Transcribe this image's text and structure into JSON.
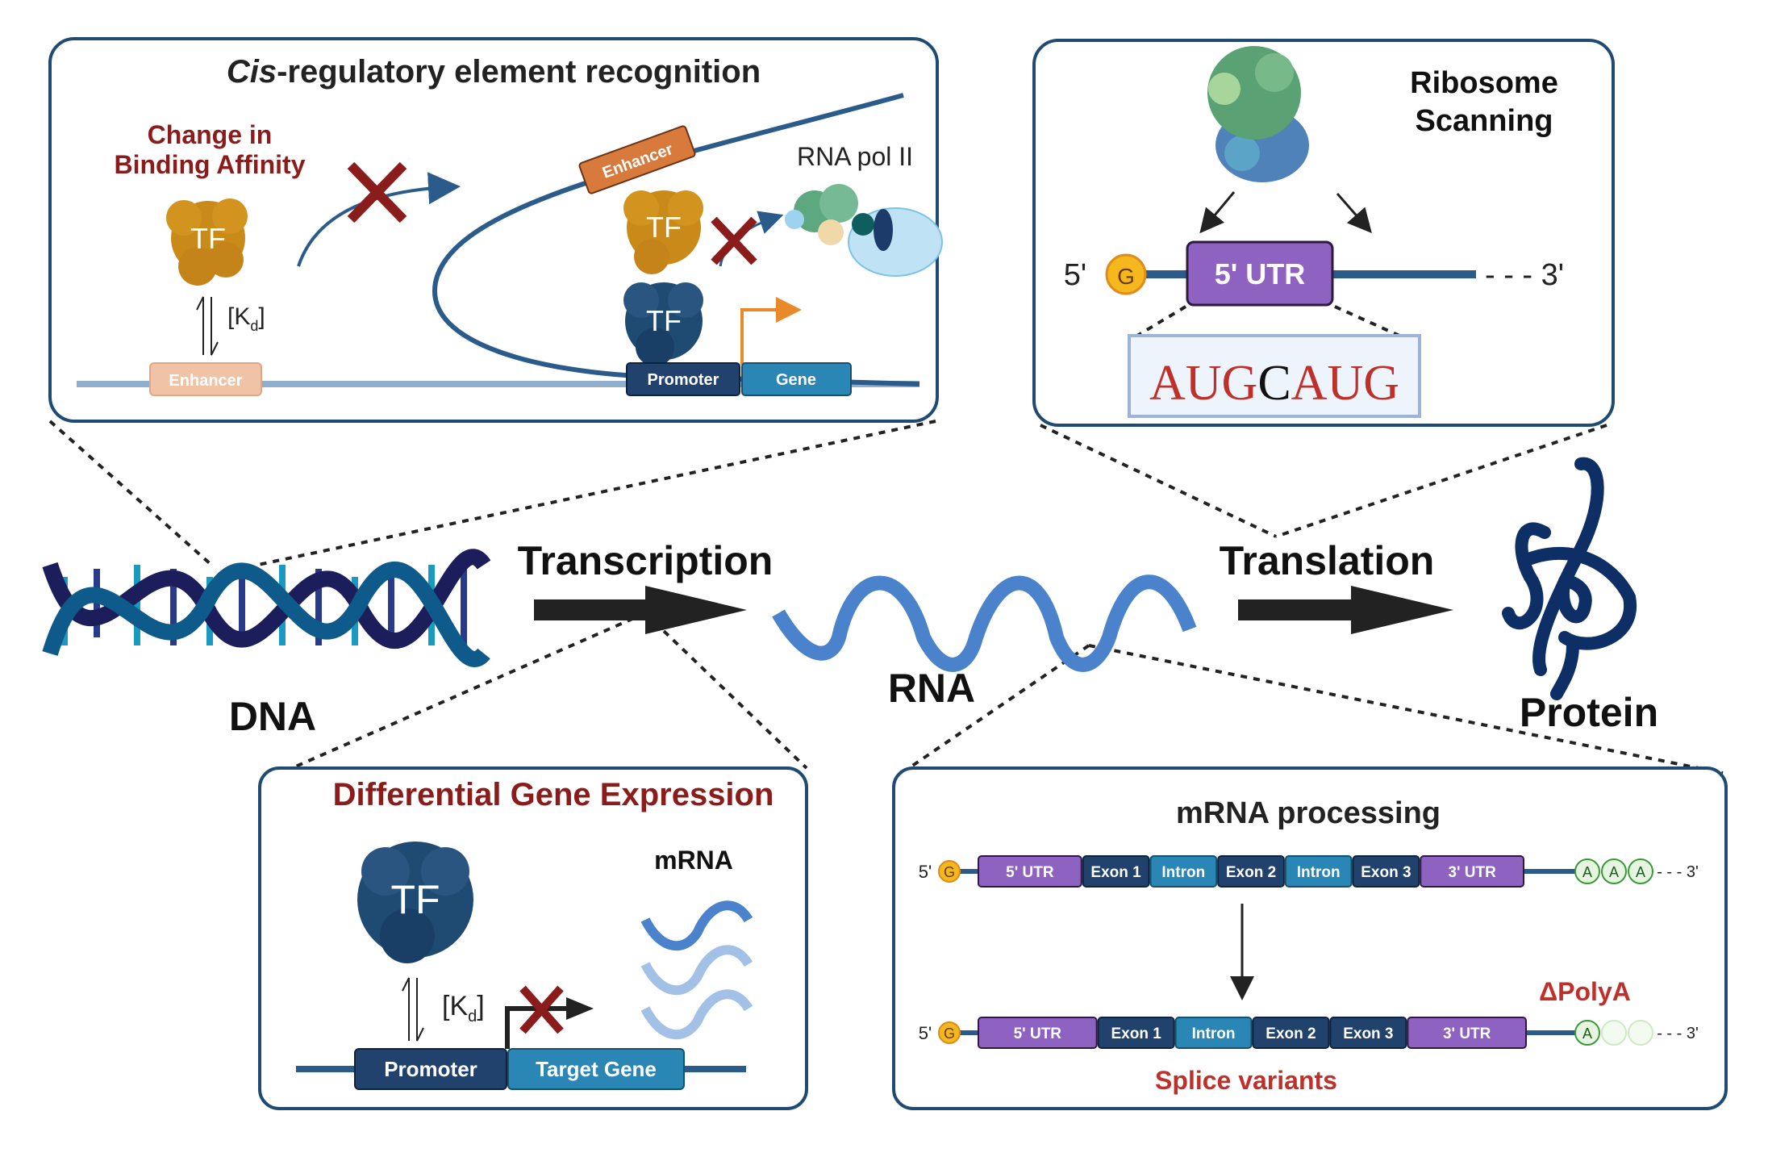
{
  "colors": {
    "panel_border": "#1f4a72",
    "accent_red": "#8b1c1c",
    "red_text": "#c0302a",
    "tf_orange": "#c98a1a",
    "tf_navy": "#1f4a72",
    "promoter": "#22426e",
    "gene": "#2a86b4",
    "utr_purple": "#8e62c0",
    "cap_yellow": "#f5b81c",
    "rna_blue": "#4a82cc",
    "protein_navy": "#0e2f66",
    "dna_dark": "#1c1e5c",
    "dna_teal": "#0e5a8a",
    "dna_light": "#1a9ac0"
  },
  "central": {
    "dna_label": "DNA",
    "rna_label": "RNA",
    "protein_label": "Protein",
    "transcription_label": "Transcription",
    "translation_label": "Translation",
    "icons": [
      "dna-helix-icon",
      "rna-strand-icon",
      "protein-fold-icon"
    ]
  },
  "panel_cis": {
    "title_italic": "Cis",
    "title_rest": "-regulatory element recognition",
    "change_line1": "Change in",
    "change_line2": "Binding Affinity",
    "tf_label": "TF",
    "kd_label": "[K",
    "kd_sub": "d",
    "kd_close": "]",
    "enhancer_label": "Enhancer",
    "rna_pol_label": "RNA pol II",
    "promoter_label": "Promoter",
    "gene_label": "Gene"
  },
  "panel_ribosome": {
    "title_line1": "Ribosome",
    "title_line2": "Scanning",
    "five_prime": "5'",
    "cap_label": "G",
    "utr_label": "5' UTR",
    "three_prime": "- - - 3'",
    "sequence": [
      {
        "text": "AUG",
        "color": "#c0302a"
      },
      {
        "text": "C",
        "color": "#111111"
      },
      {
        "text": "AUG",
        "color": "#c0302a"
      }
    ]
  },
  "panel_dge": {
    "title": "Differential Gene Expression",
    "tf_label": "TF",
    "kd_label": "[K",
    "kd_sub": "d",
    "kd_close": "]",
    "mrna_label": "mRNA",
    "promoter_label": "Promoter",
    "target_gene_label": "Target Gene"
  },
  "panel_mrna": {
    "title": "mRNA processing",
    "five_prime": "5'",
    "cap_label": "G",
    "three_prime": "- - - 3'",
    "row1_segments": [
      {
        "label": "5' UTR",
        "kind": "utr"
      },
      {
        "label": "Exon 1",
        "kind": "exon"
      },
      {
        "label": "Intron",
        "kind": "intron"
      },
      {
        "label": "Exon 2",
        "kind": "exon"
      },
      {
        "label": "Intron",
        "kind": "intron"
      },
      {
        "label": "Exon 3",
        "kind": "exon"
      },
      {
        "label": "3' UTR",
        "kind": "utr"
      }
    ],
    "row2_segments": [
      {
        "label": "5' UTR",
        "kind": "utr"
      },
      {
        "label": "Exon 1",
        "kind": "exon"
      },
      {
        "label": "Intron",
        "kind": "intron"
      },
      {
        "label": "Exon 2",
        "kind": "exon"
      },
      {
        "label": "Exon 3",
        "kind": "exon"
      },
      {
        "label": "3' UTR",
        "kind": "utr"
      }
    ],
    "polya_row1": [
      "A",
      "A",
      "A"
    ],
    "polya_row2": [
      "A",
      "",
      ""
    ],
    "delta_polya_label": "ΔPolyA",
    "splice_label": "Splice variants"
  }
}
